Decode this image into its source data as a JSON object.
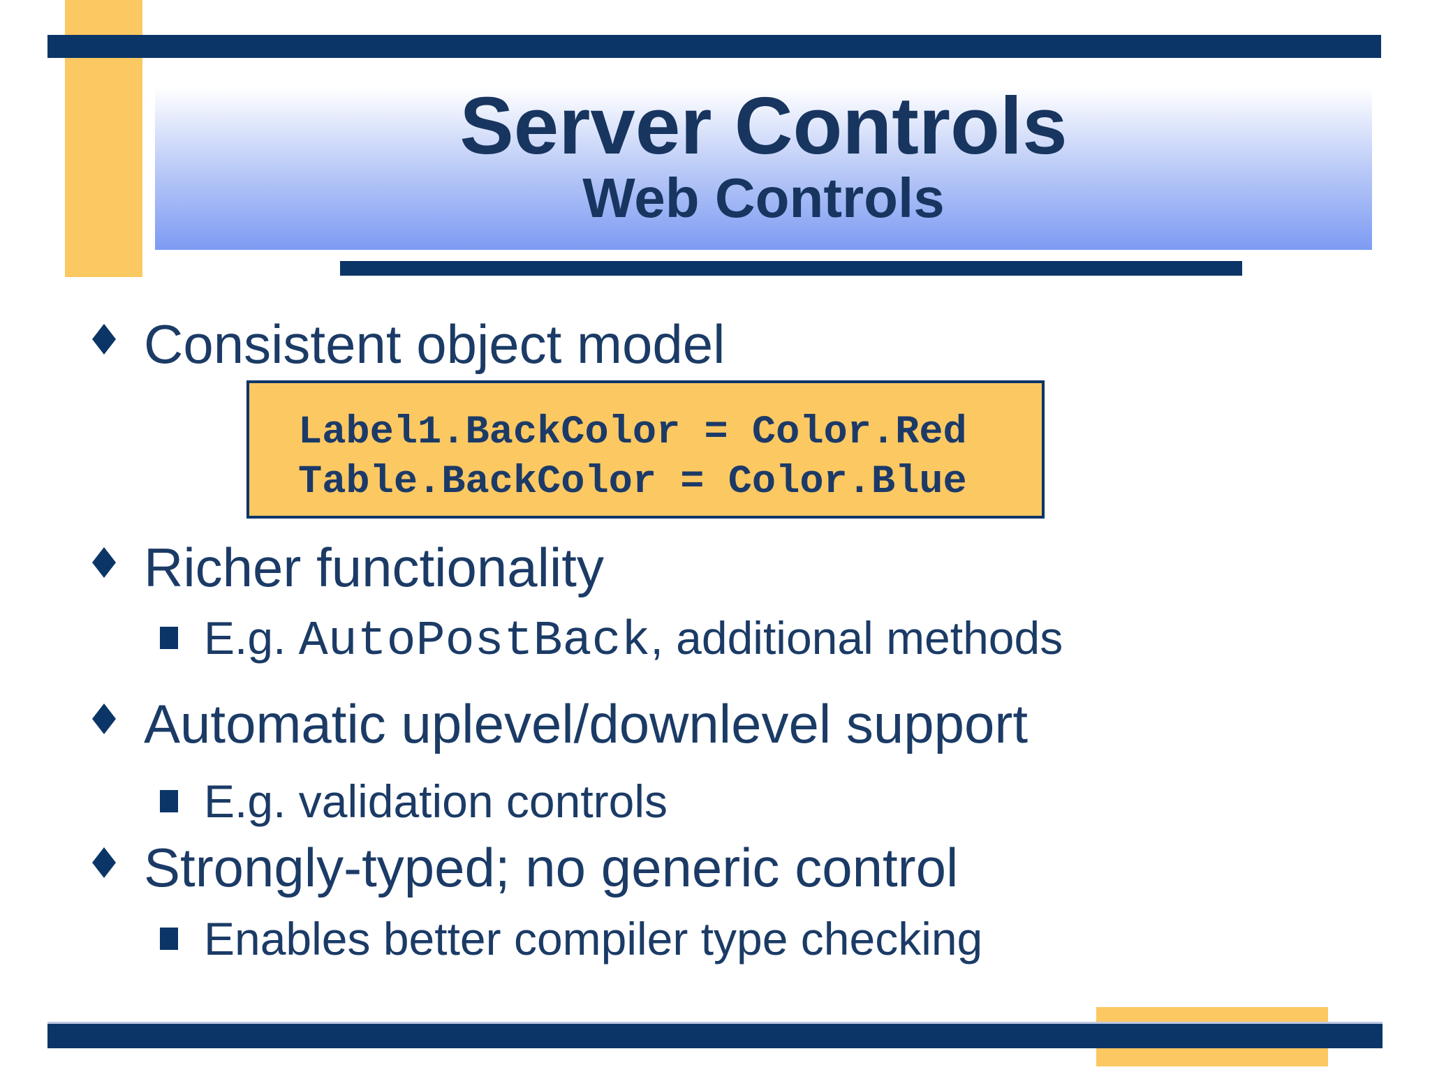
{
  "slide": {
    "title": "Server Controls",
    "subtitle": "Web Controls",
    "bullets": {
      "b1": {
        "text": "Consistent object model"
      },
      "b2": {
        "text": "Richer functionality"
      },
      "b3": {
        "prefix": "E.g. ",
        "code": "AutoPostBack",
        "suffix": ", additional methods"
      },
      "b4": {
        "text": "Automatic uplevel/downlevel support"
      },
      "b5": {
        "text": "E.g. validation controls"
      },
      "b6": {
        "text": "Strongly-typed; no generic control"
      },
      "b7": {
        "text": "Enables better compiler type checking"
      }
    },
    "code_box": {
      "lines": {
        "line1": "Label1.BackColor = Color.Red",
        "line2": "Table.BackColor = Color.Blue"
      }
    }
  },
  "colors": {
    "navy": "#0B3567",
    "accent_yellow": "#FCC862",
    "text_navy": "#1B3B66",
    "title_navy": "#17355F",
    "code_text": "#1C3A67",
    "gradient_bottom": "#7D9BF3",
    "gradient_mid": "#B9C9F7"
  }
}
